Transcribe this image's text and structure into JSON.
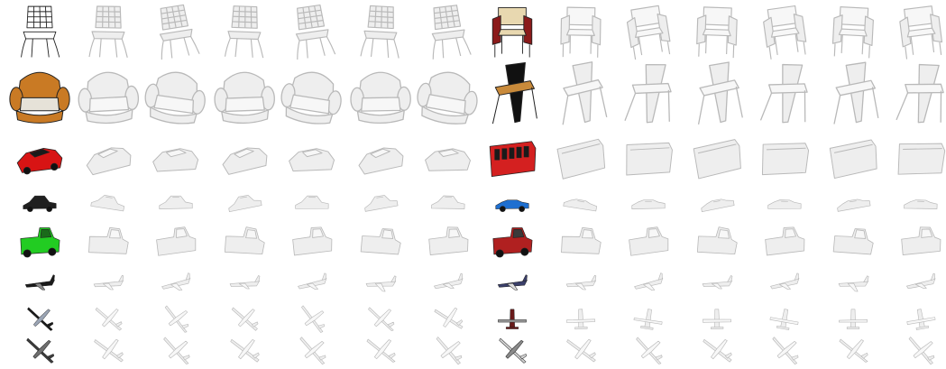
{
  "figure": {
    "background": "#ffffff",
    "recon_color": "#eeeeee",
    "recon_stroke": "#b9b9b9",
    "reconstructions_per_row": 6,
    "panels": [
      {
        "side": "left",
        "rows": [
          {
            "category": "chair",
            "variant": "wire-grid",
            "colors": [
              "#3a3a3a",
              "#d9d9d9"
            ]
          },
          {
            "category": "armchair",
            "variant": "round",
            "colors": [
              "#c97a24",
              "#e6e2d8"
            ]
          },
          {
            "category": "car",
            "variant": "sports",
            "colors": [
              "#d81414",
              "#1a1a1a"
            ]
          },
          {
            "category": "car",
            "variant": "muscle",
            "colors": [
              "#1f1f1f",
              "#c0392b"
            ]
          },
          {
            "category": "car",
            "variant": "pickup",
            "colors": [
              "#22cc22",
              "#1a6b1a"
            ]
          },
          {
            "category": "airplane",
            "variant": "side",
            "colors": [
              "#1a1a1a",
              "#8a8a8a"
            ]
          },
          {
            "category": "airplane",
            "variant": "top",
            "colors": [
              "#1a1a1a",
              "#9aa4b4"
            ]
          },
          {
            "category": "airplane",
            "variant": "x-wing",
            "colors": [
              "#3c3c3c",
              "#6e6e6e"
            ]
          }
        ]
      },
      {
        "side": "right",
        "rows": [
          {
            "category": "chair",
            "variant": "arm",
            "colors": [
              "#8b1a1a",
              "#e8d8b0"
            ]
          },
          {
            "category": "chair",
            "variant": "folding",
            "colors": [
              "#111111",
              "#c98a3a"
            ]
          },
          {
            "category": "bus",
            "variant": "box",
            "colors": [
              "#d42020",
              "#1a1a1a"
            ]
          },
          {
            "category": "car",
            "variant": "flat",
            "colors": [
              "#1e6fd0",
              "#1a1a1a"
            ]
          },
          {
            "category": "car",
            "variant": "pickup",
            "colors": [
              "#b02020",
              "#3a3a3a"
            ]
          },
          {
            "category": "airplane",
            "variant": "side",
            "colors": [
              "#3a3f6a",
              "#e0e0e0"
            ]
          },
          {
            "category": "airplane",
            "variant": "front",
            "colors": [
              "#6a1a1a",
              "#9a9a9a"
            ]
          },
          {
            "category": "airplane",
            "variant": "top",
            "colors": [
              "#d0d0d0",
              "#8a8a8a"
            ]
          }
        ]
      }
    ]
  }
}
